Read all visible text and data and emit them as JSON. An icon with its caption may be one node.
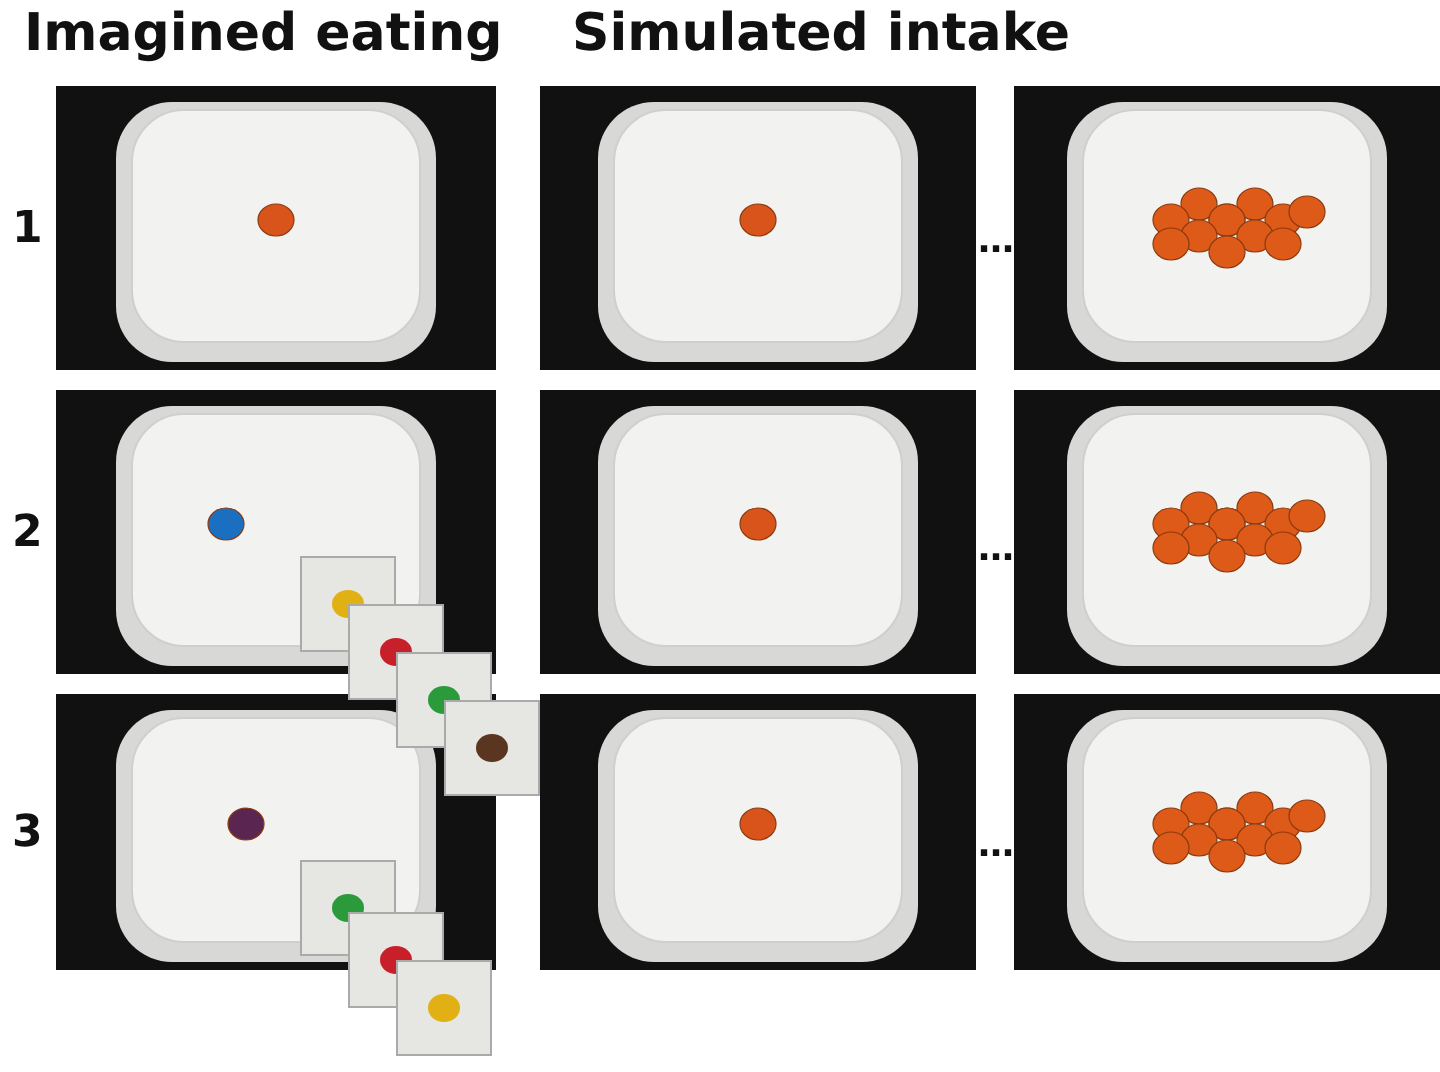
{
  "diagram": {
    "labels": [
      "Imagined eating",
      "Simulated intake",
      "1",
      "…",
      "2",
      "…",
      "3",
      "…"
    ]
  }
}
